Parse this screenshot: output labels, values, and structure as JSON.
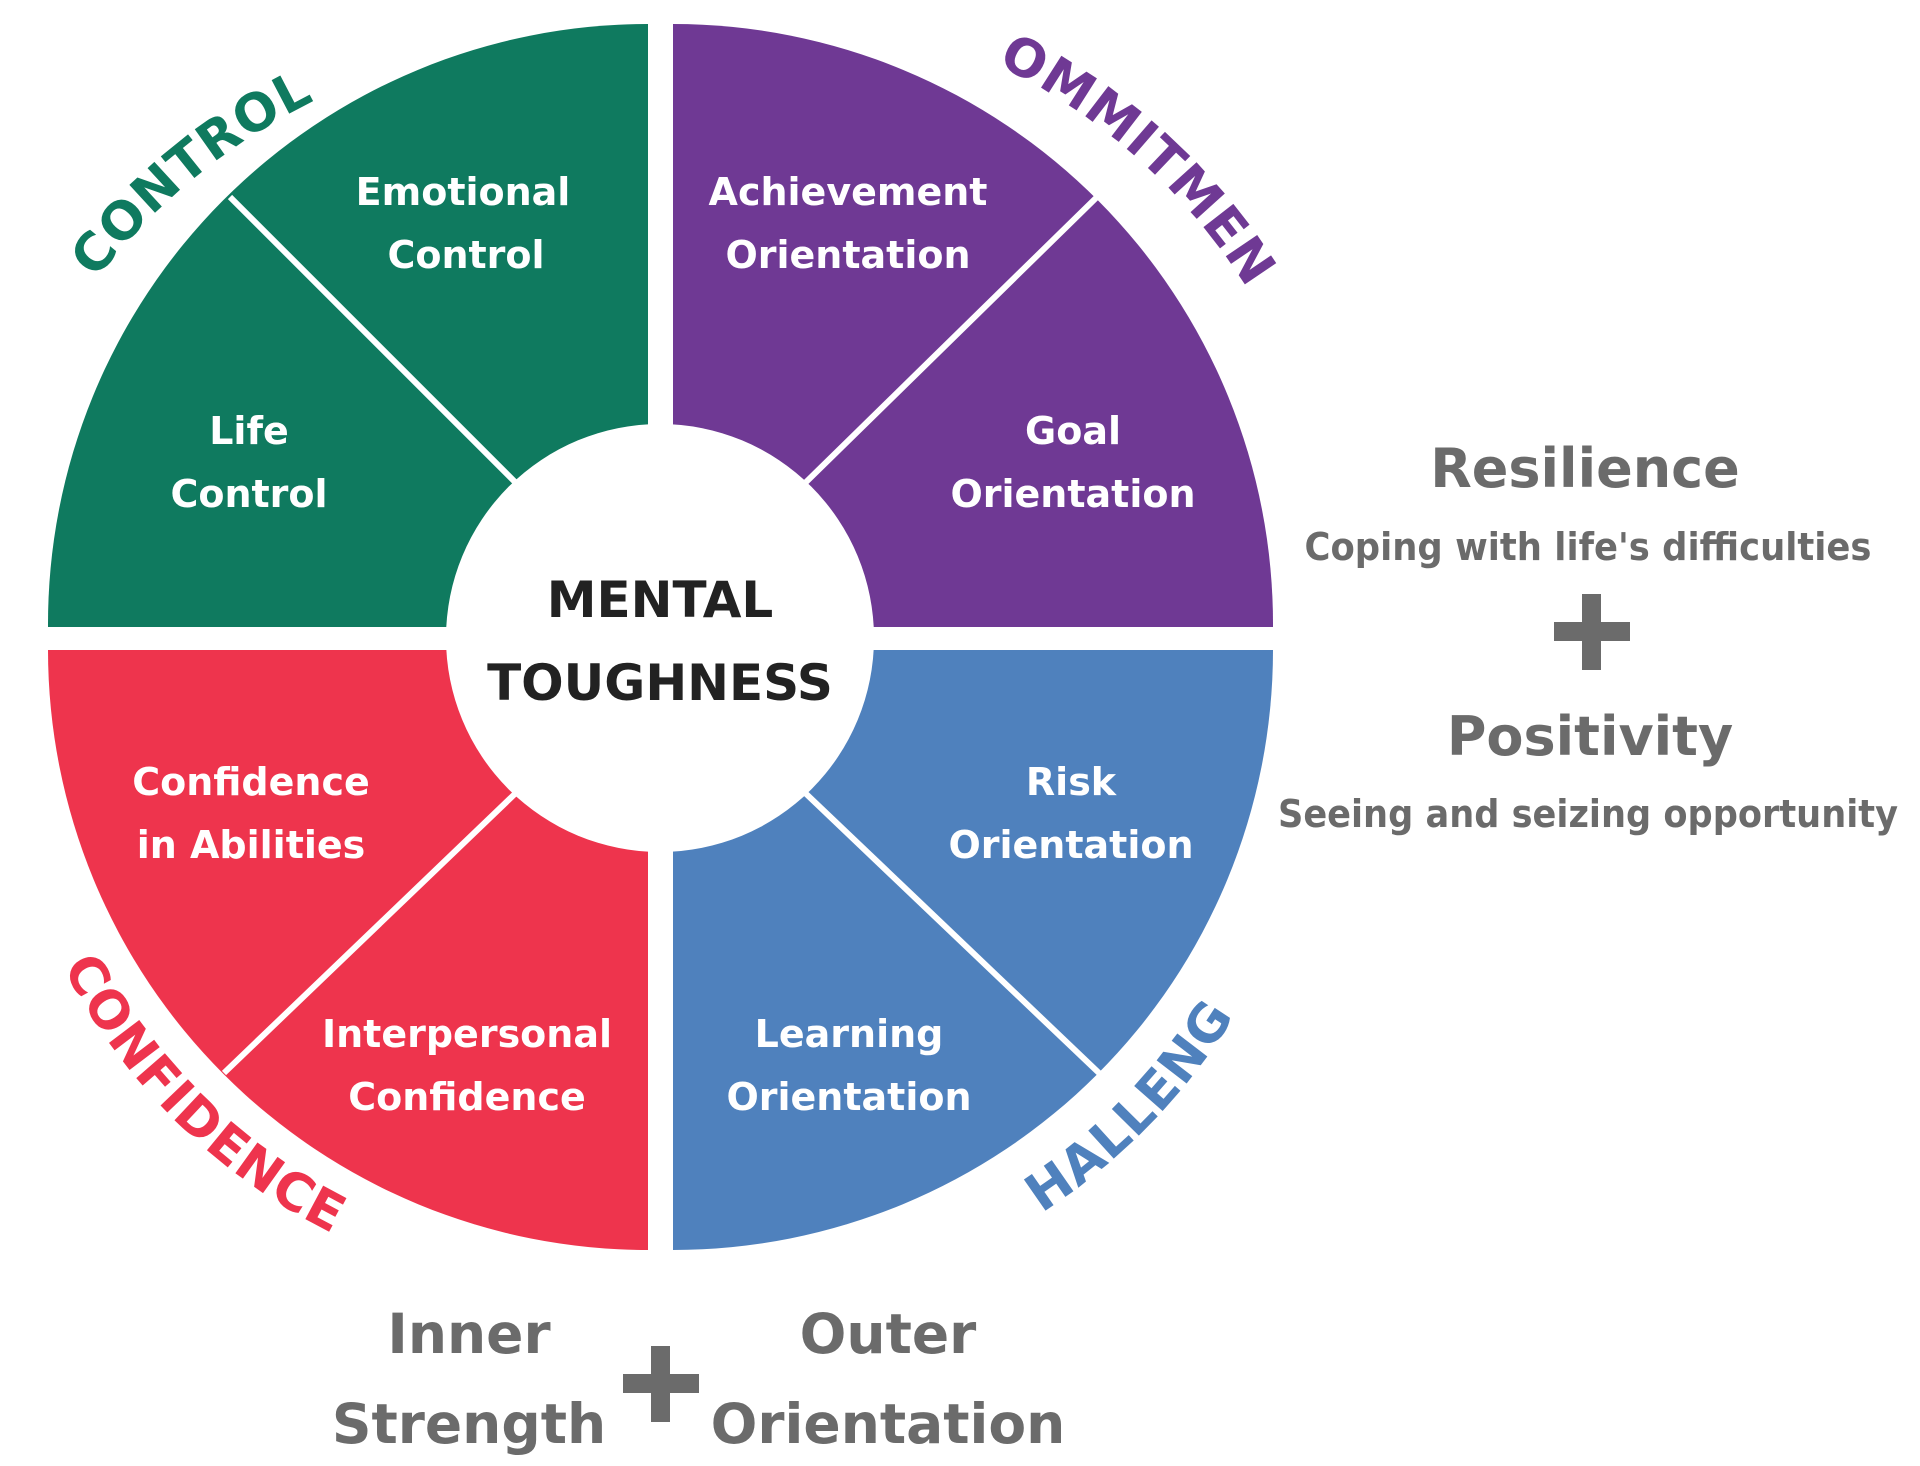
{
  "center": {
    "line1": "MENTAL",
    "line2": "TOUGHNESS"
  },
  "colors": {
    "control": "#0f7a5f",
    "commitment": "#6f3994",
    "confidence": "#ee344d",
    "challenge": "#4f81bd",
    "caption": "#6b6b6b"
  },
  "categories": {
    "control": "CONTROL",
    "commitment": "COMMITMENT",
    "confidence": "CONFIDENCE",
    "challenge": "CHALLENGE"
  },
  "segments": {
    "emotional_control": {
      "line1": "Emotional",
      "line2": "Control"
    },
    "life_control": {
      "line1": "Life",
      "line2": "Control"
    },
    "achievement_orientation": {
      "line1": "Achievement",
      "line2": "Orientation"
    },
    "goal_orientation": {
      "line1": "Goal",
      "line2": "Orientation"
    },
    "confidence_in_abilities": {
      "line1": "Confidence",
      "line2": "in Abilities"
    },
    "interpersonal_confidence": {
      "line1": "Interpersonal",
      "line2": "Confidence"
    },
    "risk_orientation": {
      "line1": "Risk",
      "line2": "Orientation"
    },
    "learning_orientation": {
      "line1": "Learning",
      "line2": "Orientation"
    }
  },
  "side": {
    "resilience": {
      "title": "Resilience",
      "subtitle": "Coping with life's difficulties"
    },
    "positivity": {
      "title": "Positivity",
      "subtitle": "Seeing and seizing opportunity"
    }
  },
  "bottom": {
    "inner": {
      "line1": "Inner",
      "line2": "Strength"
    },
    "outer": {
      "line1": "Outer",
      "line2": "Orientation"
    }
  }
}
